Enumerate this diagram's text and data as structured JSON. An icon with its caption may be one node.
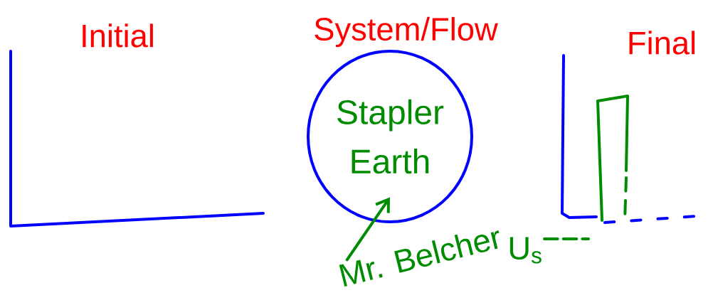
{
  "diagram": {
    "nodes": [
      {
        "text": [
          "Stapler",
          "Earth"
        ]
      },
      {
        "text": [
          "Mr. Belcher"
        ]
      }
    ],
    "edges": [
      {
        "from": 1,
        "to": 0,
        "arrow": "to"
      }
    ],
    "labels": [
      "Initial",
      "System/Flow",
      "Final",
      "U$_{s}$"
    ]
  }
}
